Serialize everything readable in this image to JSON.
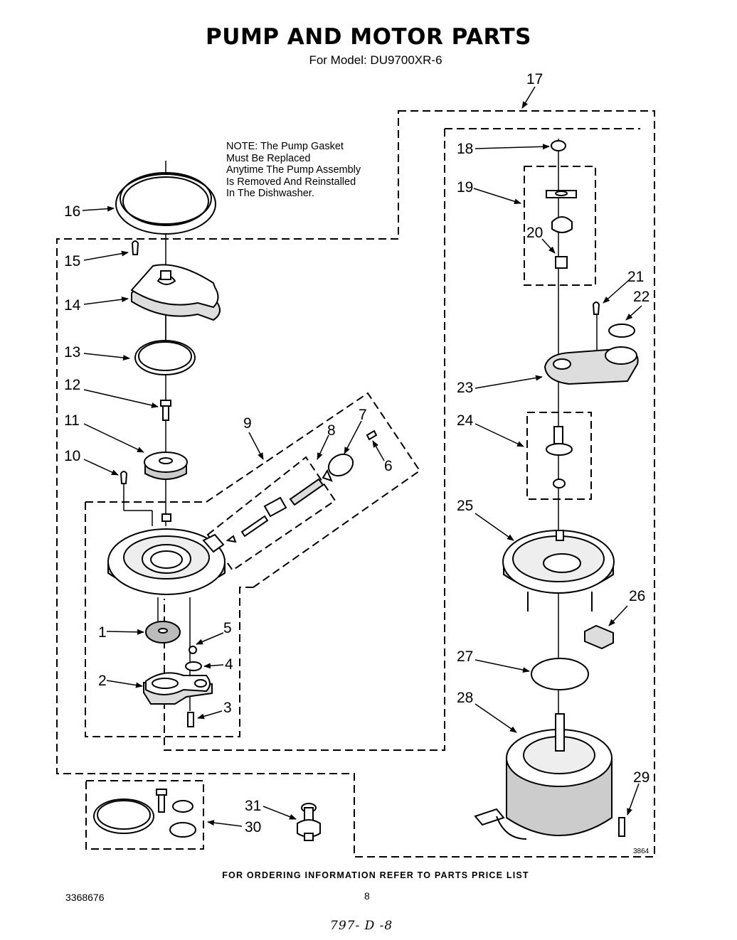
{
  "header": {
    "title": "PUMP AND MOTOR PARTS",
    "subtitle": "For Model: DU9700XR-6"
  },
  "note": {
    "lines": [
      "NOTE: The Pump Gasket",
      "Must Be Replaced",
      "Anytime The Pump Assembly",
      "Is Removed And Reinstalled",
      "In The Dishwasher."
    ]
  },
  "callouts": {
    "c1": "1",
    "c2": "2",
    "c3": "3",
    "c4": "4",
    "c5": "5",
    "c6": "6",
    "c7": "7",
    "c8": "8",
    "c9": "9",
    "c10": "10",
    "c11": "11",
    "c12": "12",
    "c13": "13",
    "c14": "14",
    "c15": "15",
    "c16": "16",
    "c17": "17",
    "c18": "18",
    "c19": "19",
    "c20": "20",
    "c21": "21",
    "c22": "22",
    "c23": "23",
    "c24": "24",
    "c25": "25",
    "c26": "26",
    "c27": "27",
    "c28": "28",
    "c29": "29",
    "c30": "30",
    "c31": "31"
  },
  "figure_code": "3864",
  "footer": {
    "ordering": "FOR ORDERING INFORMATION REFER TO PARTS PRICE LIST",
    "doc_number": "3368676",
    "page_number": "8",
    "handwritten": "797- D -8"
  }
}
